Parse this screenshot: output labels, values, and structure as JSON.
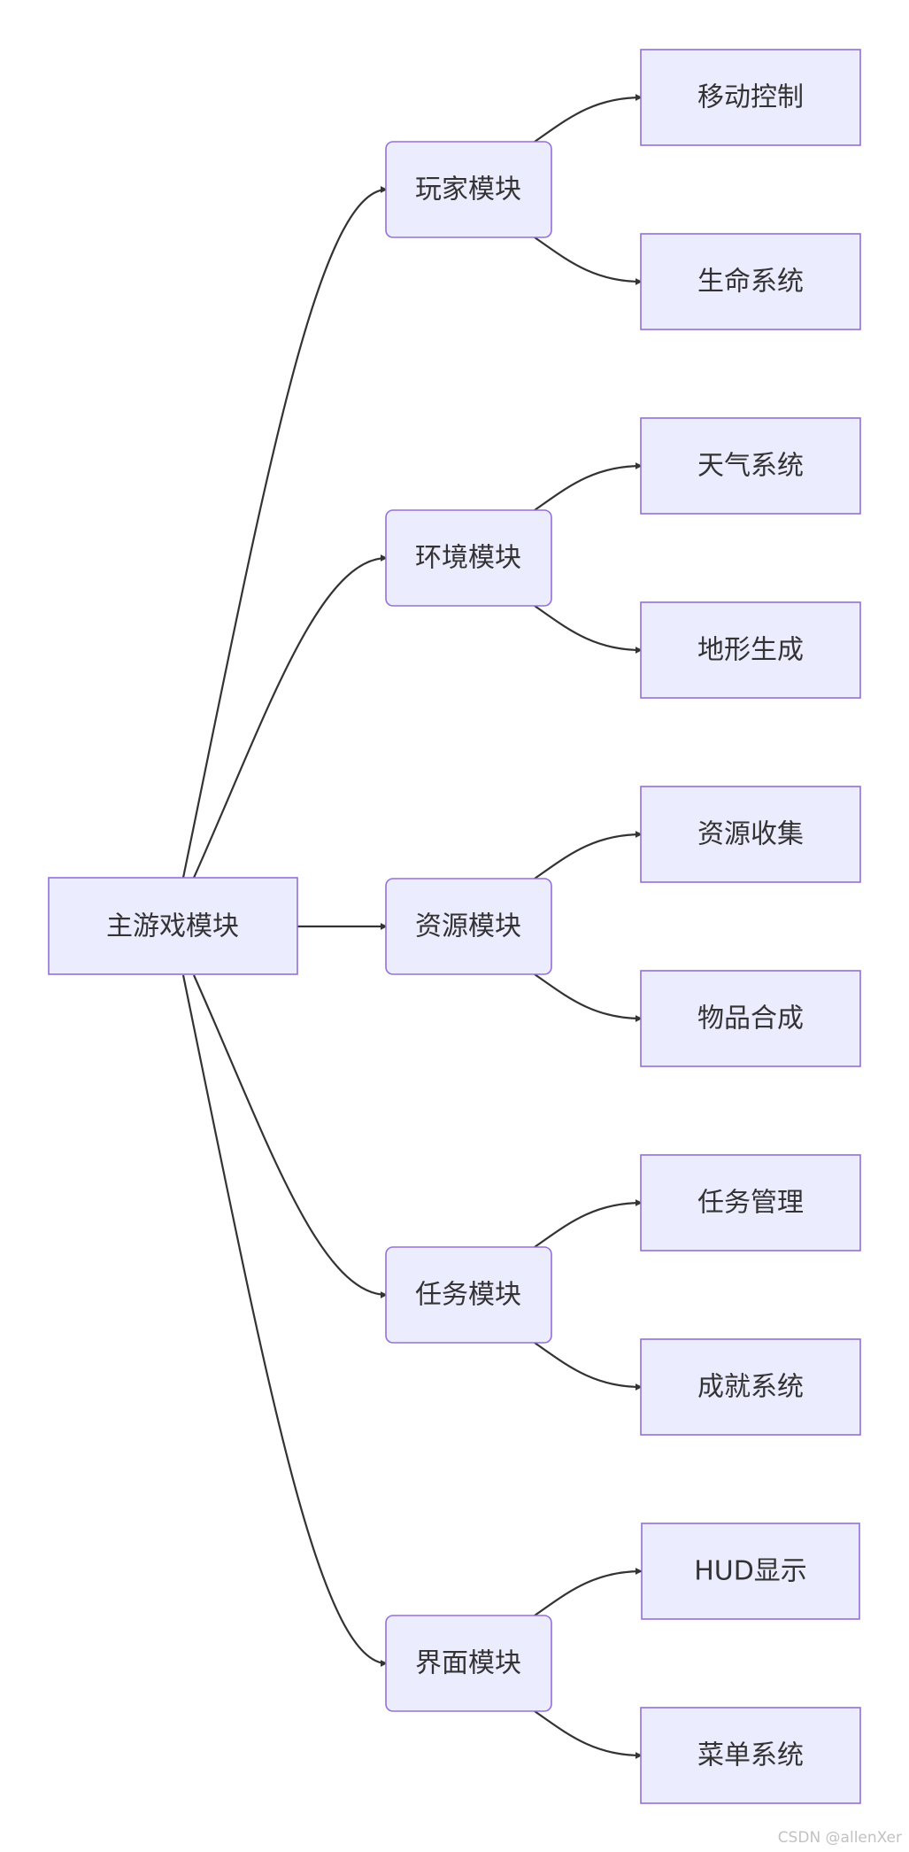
{
  "diagram": {
    "root": {
      "id": "root",
      "label": "主游戏模块"
    },
    "modules": [
      {
        "id": "player",
        "label": "玩家模块",
        "children": [
          {
            "id": "move",
            "label": "移动控制"
          },
          {
            "id": "life",
            "label": "生命系统"
          }
        ]
      },
      {
        "id": "env",
        "label": "环境模块",
        "children": [
          {
            "id": "weather",
            "label": "天气系统"
          },
          {
            "id": "terrain",
            "label": "地形生成"
          }
        ]
      },
      {
        "id": "resource",
        "label": "资源模块",
        "children": [
          {
            "id": "collect",
            "label": "资源收集"
          },
          {
            "id": "craft",
            "label": "物品合成"
          }
        ]
      },
      {
        "id": "quest",
        "label": "任务模块",
        "children": [
          {
            "id": "taskmgr",
            "label": "任务管理"
          },
          {
            "id": "achieve",
            "label": "成就系统"
          }
        ]
      },
      {
        "id": "ui",
        "label": "界面模块",
        "children": [
          {
            "id": "hud",
            "label": "HUD显示"
          },
          {
            "id": "menu",
            "label": "菜单系统"
          }
        ]
      }
    ],
    "colors": {
      "node_fill": "#ECECFF",
      "node_stroke": "#9370DB",
      "edge": "#333333",
      "text": "#333333"
    }
  },
  "watermark": "CSDN @allenXer"
}
